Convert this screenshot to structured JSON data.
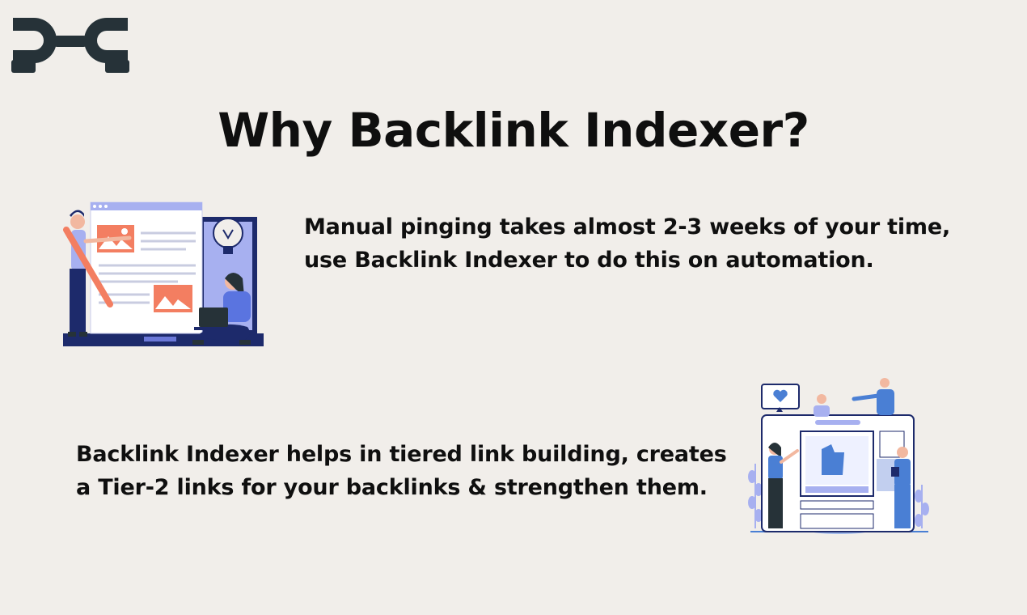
{
  "brand": {
    "logo_icon": "chain-link-logo",
    "logo_color": "#263238"
  },
  "heading": {
    "title": "Why Backlink Indexer?"
  },
  "points": [
    {
      "icon": "content-creation-illustration",
      "lines": [
        "Manual pinging takes almost 2-3 weeks of your time,",
        "use Backlink Indexer to do this on automation."
      ]
    },
    {
      "icon": "social-engagement-illustration",
      "lines": [
        "Backlink Indexer helps in tiered link building, creates",
        "a Tier-2 links for your backlinks & strengthen them."
      ]
    }
  ],
  "colors": {
    "background": "#f1eeea",
    "text": "#0f0f0f",
    "navy": "#1d2a6b",
    "periwinkle": "#a7b0f0",
    "coral": "#f37e61",
    "blue": "#4a7fd4"
  }
}
